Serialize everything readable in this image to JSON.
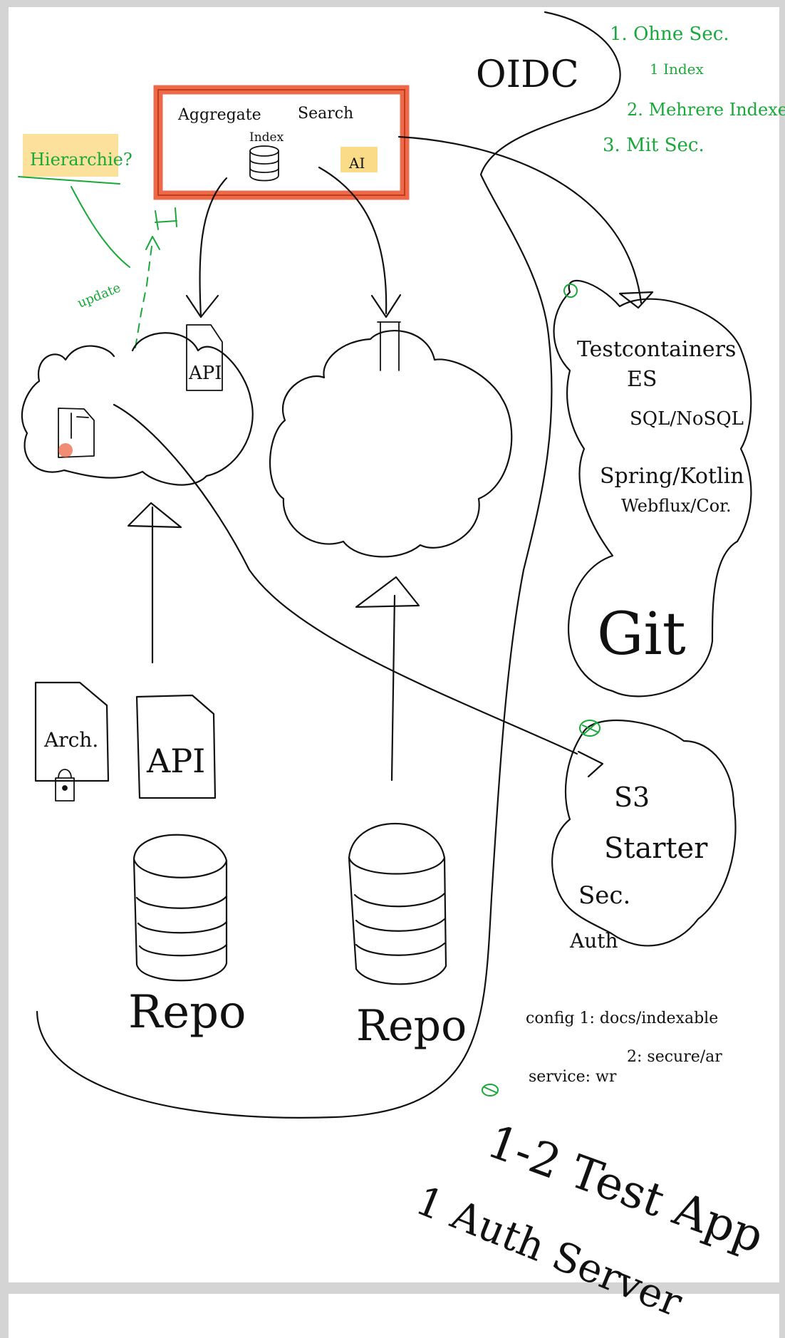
{
  "colors": {
    "page": "#ffffff",
    "margin": "#d4d4d4",
    "ink": "#111111",
    "green": "#19a83a",
    "red_box": "#e8502a",
    "highlight": "#f7c948"
  },
  "labels": {
    "oidc": "OIDC",
    "aggregate": "Aggregate",
    "search": "Search",
    "index": "Index",
    "ai": "AI",
    "hierarchie": "Hierarchie?",
    "update": "update",
    "api_tag": "API",
    "doc_arch": "Arch.",
    "doc_api": "API",
    "repo_left": "Repo",
    "repo_right": "Repo",
    "tc_line1": "Testcontainers",
    "tc_line2": "ES",
    "tc_line3": "SQL/NoSQL",
    "tc_line4": "Spring/Kotlin",
    "tc_line5": "Webflux/Cor.",
    "git": "Git",
    "s3_line1": "S3",
    "s3_line2": "Starter",
    "s3_line3": "Sec.",
    "s3_line4": "Auth",
    "config_line1": "config 1: docs/indexable",
    "config_line2": "2: secure/ar",
    "config_line3": "service: wr",
    "bottom_line1": "1-2 Test App",
    "bottom_line2": "1 Auth Server"
  },
  "notes": {
    "item1": "1. Ohne Sec.",
    "item1_sub": "1 Index",
    "item2": "2. Mehrere Indexe",
    "item3": "3. Mit Sec."
  },
  "icons": [
    "database-icon",
    "lock-icon",
    "document-icon",
    "checkmark-icon"
  ]
}
